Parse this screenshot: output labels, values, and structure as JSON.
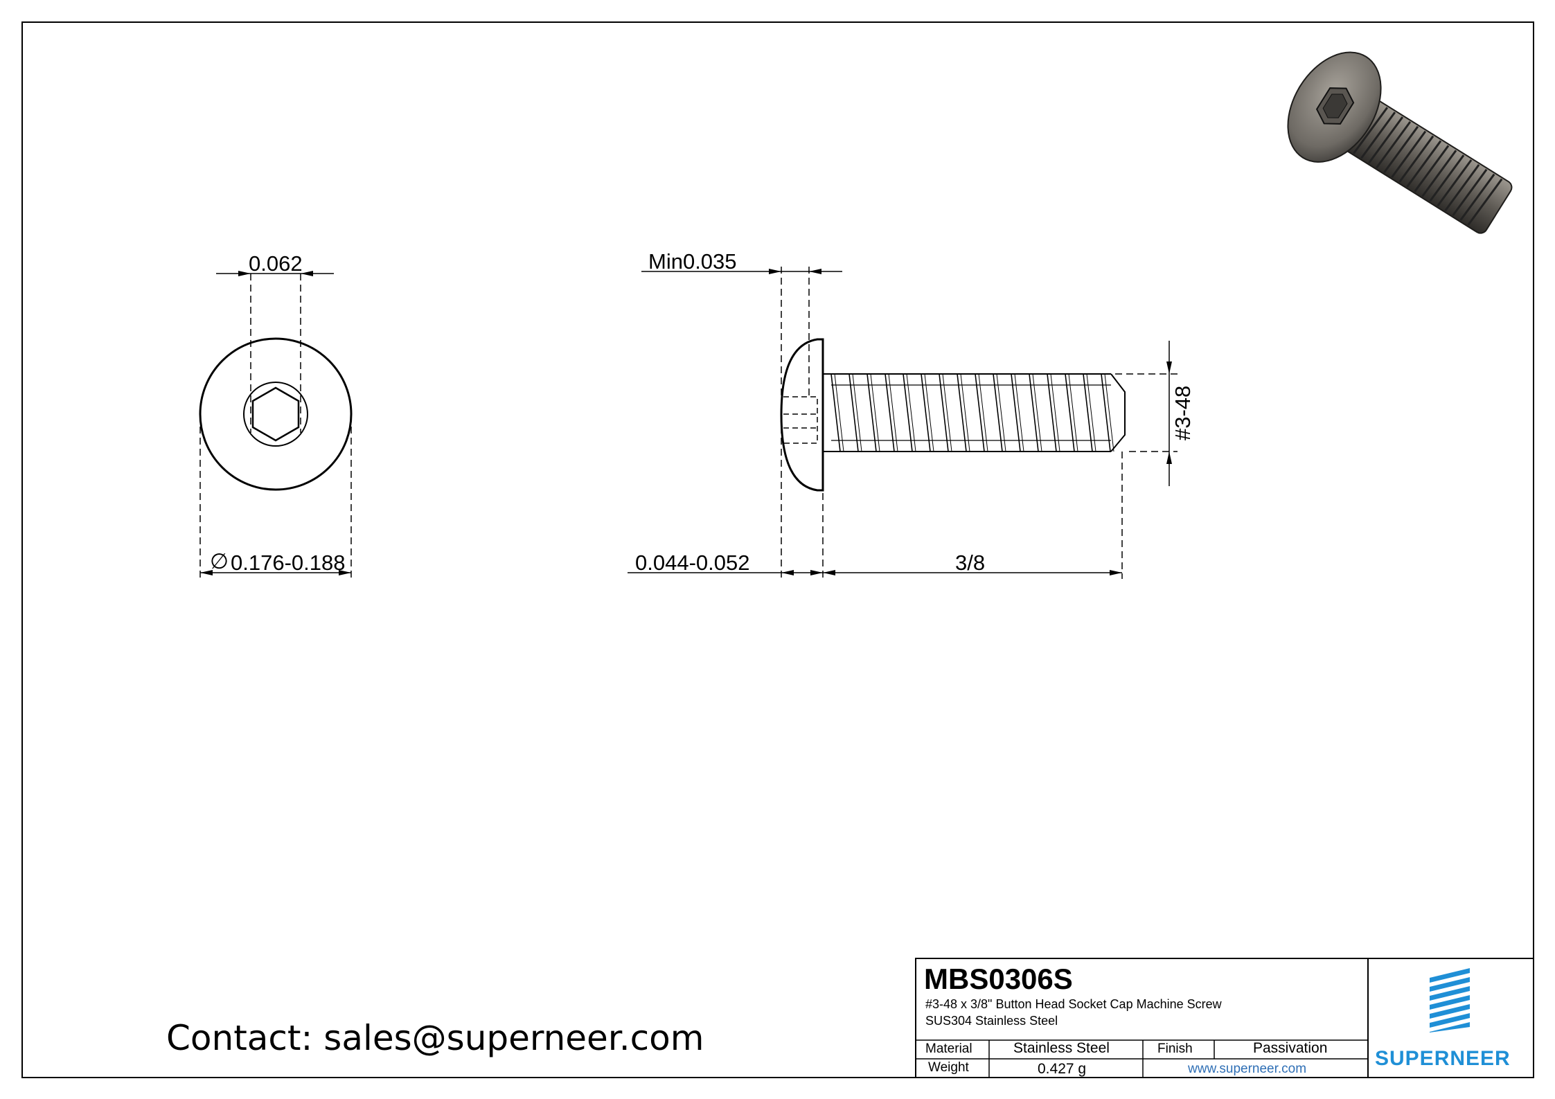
{
  "dimensions": {
    "socket_width": "0.062",
    "head_diameter_symbol": "∅",
    "head_diameter": "0.176-0.188",
    "socket_depth": "Min0.035",
    "head_height": "0.044-0.052",
    "length": "3/8",
    "thread_size": "#3-48"
  },
  "contact": "Contact: sales@superneer.com",
  "title_block": {
    "part_number": "MBS0306S",
    "description": "#3-48 x 3/8\"   Button Head Socket Cap Machine Screw",
    "material_line": "SUS304 Stainless Steel",
    "material_label": "Material",
    "material_value": "Stainless Steel",
    "finish_label": "Finish",
    "finish_value": "Passivation",
    "weight_label": "Weight",
    "weight_value": "0.427 g",
    "website": "www.superneer.com",
    "brand": "SUPERNEER"
  },
  "colors": {
    "line": "#000000",
    "brand_blue": "#1f8fd6",
    "url_blue": "#2f6fb5",
    "screw_render": "#6e6a64"
  }
}
